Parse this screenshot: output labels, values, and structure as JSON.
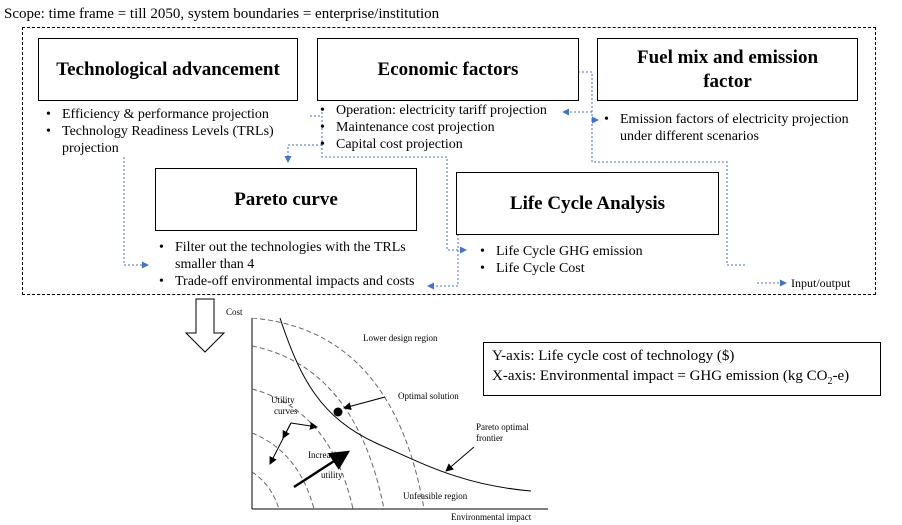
{
  "scope": "Scope: time frame = till 2050, system boundaries = enterprise/institution",
  "boxes": {
    "tech": "Technological advancement",
    "econ": "Economic factors",
    "fuel": "Fuel mix and emission factor",
    "pareto": "Pareto curve",
    "lca": "Life Cycle Analysis"
  },
  "lists": {
    "tech": [
      "Efficiency & performance projection",
      "Technology Readiness Levels (TRLs) projection"
    ],
    "econ": [
      "Operation: electricity tariff projection",
      "Maintenance cost projection",
      "Capital cost projection"
    ],
    "fuel": [
      "Emission factors of electricity projection under different scenarios"
    ],
    "pareto": [
      "Filter out the technologies with the TRLs smaller than 4",
      "Trade-off environmental impacts and costs"
    ],
    "lca": [
      "Life Cycle GHG emission",
      "Life Cycle Cost"
    ]
  },
  "legend": "Input/output",
  "axis_info": {
    "y": "Y-axis: Life cycle cost of technology ($)",
    "x_prefix": "X-axis: Environmental impact = GHG emission (kg CO",
    "x_sub": "2",
    "x_suffix": "-e)"
  },
  "plot": {
    "y_label": "Cost",
    "x_label": "Environmental impact",
    "lower_region": "Lower design region",
    "optimal": "Optimal solution",
    "frontier_1": "Pareto optimal",
    "frontier_2": "frontier",
    "utility_1": "Utility",
    "utility_2": "curves",
    "increasing_1": "Increasing",
    "increasing_2": "utility",
    "unfeasible": "Unfeasible region"
  }
}
